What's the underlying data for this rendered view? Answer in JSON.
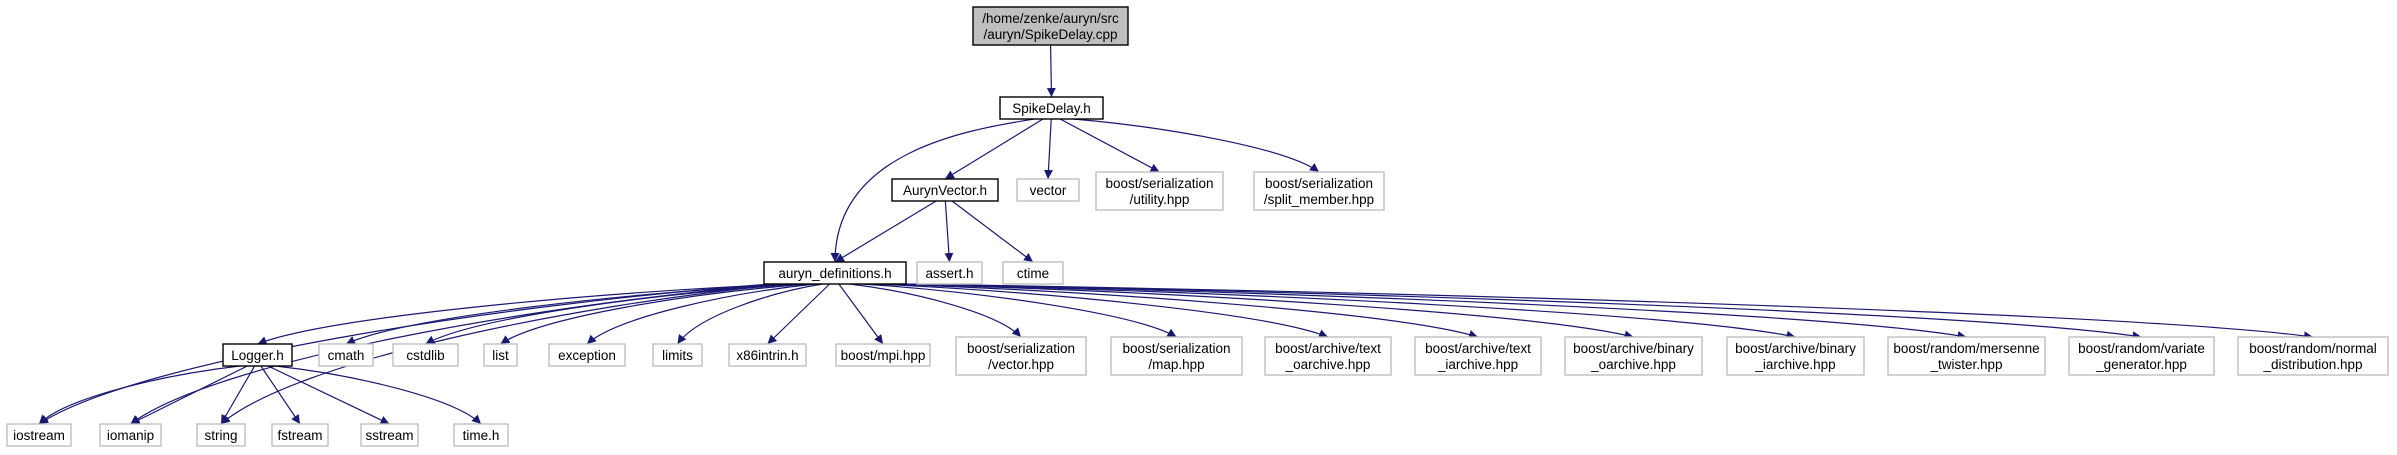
{
  "colors": {
    "edge": "#191970",
    "root_fill": "#bfbfbf",
    "root_border": "#000000",
    "local_border": "#000000",
    "external_border": "#bfbfbf",
    "text": "#000000",
    "background": "#ffffff"
  },
  "nodes": [
    {
      "id": "root",
      "kind": "root",
      "lines": [
        "/home/zenke/auryn/src",
        "/auryn/SpikeDelay.cpp"
      ]
    },
    {
      "id": "spikedelay",
      "kind": "local",
      "lines": [
        "SpikeDelay.h"
      ]
    },
    {
      "id": "aurynvector",
      "kind": "local",
      "lines": [
        "AurynVector.h"
      ]
    },
    {
      "id": "vector",
      "kind": "external",
      "lines": [
        "vector"
      ]
    },
    {
      "id": "ser_utility",
      "kind": "external",
      "lines": [
        "boost/serialization",
        "/utility.hpp"
      ]
    },
    {
      "id": "ser_split",
      "kind": "external",
      "lines": [
        "boost/serialization",
        "/split_member.hpp"
      ]
    },
    {
      "id": "auryn_defs",
      "kind": "local",
      "lines": [
        "auryn_definitions.h"
      ]
    },
    {
      "id": "assert",
      "kind": "external",
      "lines": [
        "assert.h"
      ]
    },
    {
      "id": "ctime",
      "kind": "external",
      "lines": [
        "ctime"
      ]
    },
    {
      "id": "logger",
      "kind": "local",
      "lines": [
        "Logger.h"
      ]
    },
    {
      "id": "cmath",
      "kind": "external",
      "lines": [
        "cmath"
      ]
    },
    {
      "id": "cstdlib",
      "kind": "external",
      "lines": [
        "cstdlib"
      ]
    },
    {
      "id": "list",
      "kind": "external",
      "lines": [
        "list"
      ]
    },
    {
      "id": "exception",
      "kind": "external",
      "lines": [
        "exception"
      ]
    },
    {
      "id": "limits",
      "kind": "external",
      "lines": [
        "limits"
      ]
    },
    {
      "id": "x86intrin",
      "kind": "external",
      "lines": [
        "x86intrin.h"
      ]
    },
    {
      "id": "mpi",
      "kind": "external",
      "lines": [
        "boost/mpi.hpp"
      ]
    },
    {
      "id": "ser_vector",
      "kind": "external",
      "lines": [
        "boost/serialization",
        "/vector.hpp"
      ]
    },
    {
      "id": "ser_map",
      "kind": "external",
      "lines": [
        "boost/serialization",
        "/map.hpp"
      ]
    },
    {
      "id": "text_oarchive",
      "kind": "external",
      "lines": [
        "boost/archive/text",
        "_oarchive.hpp"
      ]
    },
    {
      "id": "text_iarchive",
      "kind": "external",
      "lines": [
        "boost/archive/text",
        "_iarchive.hpp"
      ]
    },
    {
      "id": "binary_oarchive",
      "kind": "external",
      "lines": [
        "boost/archive/binary",
        "_oarchive.hpp"
      ]
    },
    {
      "id": "binary_iarchive",
      "kind": "external",
      "lines": [
        "boost/archive/binary",
        "_iarchive.hpp"
      ]
    },
    {
      "id": "mersenne",
      "kind": "external",
      "lines": [
        "boost/random/mersenne",
        "_twister.hpp"
      ]
    },
    {
      "id": "variate",
      "kind": "external",
      "lines": [
        "boost/random/variate",
        "_generator.hpp"
      ]
    },
    {
      "id": "normal",
      "kind": "external",
      "lines": [
        "boost/random/normal",
        "_distribution.hpp"
      ]
    },
    {
      "id": "iostream",
      "kind": "external",
      "lines": [
        "iostream"
      ]
    },
    {
      "id": "iomanip",
      "kind": "external",
      "lines": [
        "iomanip"
      ]
    },
    {
      "id": "string",
      "kind": "external",
      "lines": [
        "string"
      ]
    },
    {
      "id": "fstream",
      "kind": "external",
      "lines": [
        "fstream"
      ]
    },
    {
      "id": "sstream",
      "kind": "external",
      "lines": [
        "sstream"
      ]
    },
    {
      "id": "timeh",
      "kind": "external",
      "lines": [
        "time.h"
      ]
    }
  ],
  "edges": [
    {
      "from": "root",
      "to": "spikedelay"
    },
    {
      "from": "spikedelay",
      "to": "auryn_defs"
    },
    {
      "from": "spikedelay",
      "to": "aurynvector"
    },
    {
      "from": "spikedelay",
      "to": "vector"
    },
    {
      "from": "spikedelay",
      "to": "ser_utility"
    },
    {
      "from": "spikedelay",
      "to": "ser_split"
    },
    {
      "from": "aurynvector",
      "to": "auryn_defs"
    },
    {
      "from": "aurynvector",
      "to": "assert"
    },
    {
      "from": "aurynvector",
      "to": "ctime"
    },
    {
      "from": "auryn_defs",
      "to": "iostream"
    },
    {
      "from": "auryn_defs",
      "to": "iomanip"
    },
    {
      "from": "auryn_defs",
      "to": "string"
    },
    {
      "from": "auryn_defs",
      "to": "logger"
    },
    {
      "from": "auryn_defs",
      "to": "cmath"
    },
    {
      "from": "auryn_defs",
      "to": "cstdlib"
    },
    {
      "from": "auryn_defs",
      "to": "list"
    },
    {
      "from": "auryn_defs",
      "to": "exception"
    },
    {
      "from": "auryn_defs",
      "to": "limits"
    },
    {
      "from": "auryn_defs",
      "to": "x86intrin"
    },
    {
      "from": "auryn_defs",
      "to": "mpi"
    },
    {
      "from": "auryn_defs",
      "to": "ser_vector"
    },
    {
      "from": "auryn_defs",
      "to": "ser_map"
    },
    {
      "from": "auryn_defs",
      "to": "text_oarchive"
    },
    {
      "from": "auryn_defs",
      "to": "text_iarchive"
    },
    {
      "from": "auryn_defs",
      "to": "binary_oarchive"
    },
    {
      "from": "auryn_defs",
      "to": "binary_iarchive"
    },
    {
      "from": "auryn_defs",
      "to": "mersenne"
    },
    {
      "from": "auryn_defs",
      "to": "variate"
    },
    {
      "from": "auryn_defs",
      "to": "normal"
    },
    {
      "from": "logger",
      "to": "iostream"
    },
    {
      "from": "logger",
      "to": "iomanip"
    },
    {
      "from": "logger",
      "to": "string"
    },
    {
      "from": "logger",
      "to": "fstream"
    },
    {
      "from": "logger",
      "to": "sstream"
    },
    {
      "from": "logger",
      "to": "timeh"
    }
  ]
}
